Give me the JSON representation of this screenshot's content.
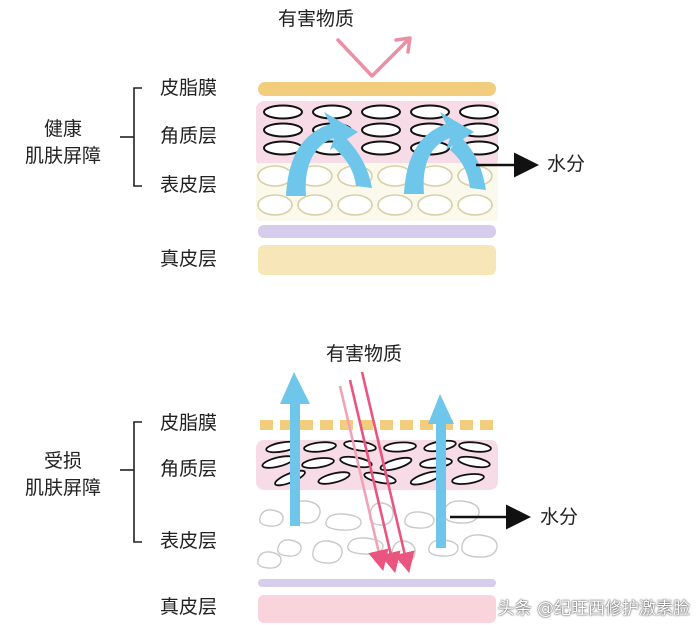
{
  "healthy": {
    "group_line1": "健康",
    "group_line2": "肌肤屏障",
    "layers": [
      "皮脂膜",
      "角质层",
      "表皮层",
      "真皮层"
    ],
    "harmful": "有害物质",
    "water": "水分"
  },
  "damaged": {
    "group_line1": "受损",
    "group_line2": "肌肤屏障",
    "layers": [
      "皮脂膜",
      "角质层",
      "表皮层",
      "真皮层"
    ],
    "harmful": "有害物质",
    "water": "水分"
  },
  "watermark": "头条 @纪旺西修护激素脸",
  "colors": {
    "sebum": "#f2cd7e",
    "stratum_pink": "#f7dbe6",
    "epidermis": "#f4f0d8",
    "purple_band": "#d6ccec",
    "dermis_top": "#f6e6b8",
    "dermis_bottom": "#f9d4dd",
    "water_arrow": "#6ec7ea",
    "harm_arrow": "#e9557f",
    "pink_arrow": "#ec8fa6"
  }
}
